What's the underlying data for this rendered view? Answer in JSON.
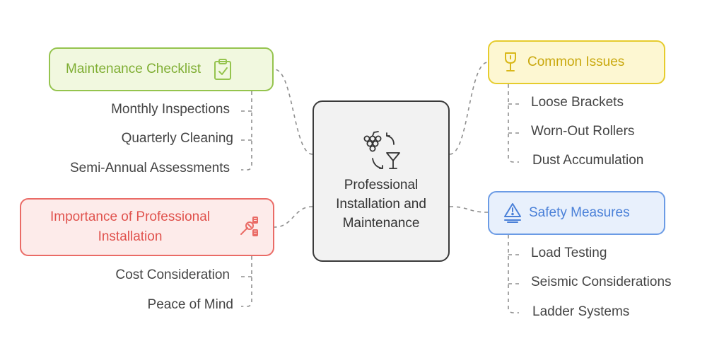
{
  "center": {
    "title": "Professional Installation and Maintenance",
    "icon": "grapes-wine-cycle-icon"
  },
  "branches": {
    "maintenance": {
      "label": "Maintenance Checklist",
      "icon": "clipboard-check-icon",
      "color": "#95c44e",
      "items": [
        "Monthly Inspections",
        "Quarterly Cleaning",
        "Semi-Annual Assessments"
      ]
    },
    "issues": {
      "label": "Common Issues",
      "icon": "wine-glass-icon",
      "color": "#e6cc2d",
      "items": [
        "Loose Brackets",
        "Worn-Out Rollers",
        "Dust Accumulation"
      ]
    },
    "importance": {
      "label": "Importance of Professional Installation",
      "icon": "wrench-screws-icon",
      "color": "#ea6b66",
      "items": [
        "Cost Consideration",
        "Peace of Mind"
      ]
    },
    "safety": {
      "label": "Safety Measures",
      "icon": "warning-icon",
      "color": "#6b9be5",
      "items": [
        "Load Testing",
        "Seismic Considerations",
        "Ladder Systems"
      ]
    }
  }
}
